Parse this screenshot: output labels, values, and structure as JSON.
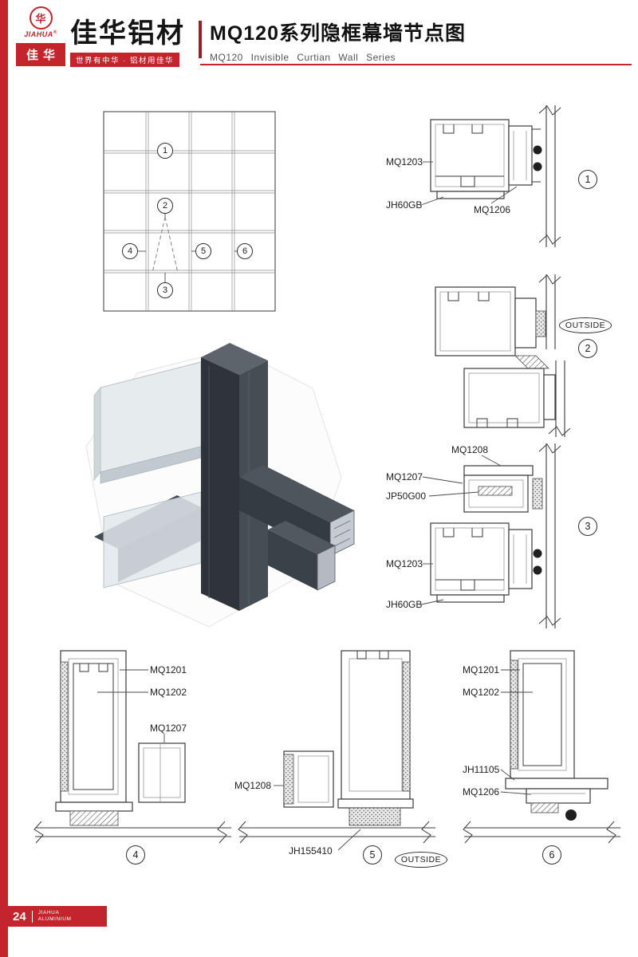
{
  "colors": {
    "accent_red": "#c4242b",
    "ink": "#1d1d1d",
    "profile_dark": "#2e343a"
  },
  "header": {
    "logo_mark": "华",
    "logo_en": "JIAHUA",
    "logo_reg": "®",
    "logo_cn": "佳华",
    "brand": "佳华铝材",
    "slogan": "世界有中华 · 铝材用佳华",
    "title": "MQ120系列隐框幕墙节点图",
    "subtitle": "MQ120 Invisible Curtian Wall Series"
  },
  "footer": {
    "page_number": "24",
    "brand_line1": "JIAHUA",
    "brand_line2": "ALUMINIUM"
  },
  "callouts": {
    "c1": "1",
    "c2": "2",
    "c3": "3",
    "c4": "4",
    "c5": "5",
    "c6": "6"
  },
  "labels": {
    "d1_mq1203": "MQ1203",
    "d1_jh60gb": "JH60GB",
    "d1_mq1206": "MQ1206",
    "d2_outside": "OUTSIDE",
    "d3_mq1208": "MQ1208",
    "d3_mq1207": "MQ1207",
    "d3_jp50g00": "JP50G00",
    "d3_mq1203": "MQ1203",
    "d3_jh60gb": "JH60GB",
    "d4_mq1201": "MQ1201",
    "d4_mq1202": "MQ1202",
    "d4_mq1207": "MQ1207",
    "d5_mq1208": "MQ1208",
    "d5_jh155410": "JH155410",
    "d5_outside": "OUTSIDE",
    "d6_mq1201": "MQ1201",
    "d6_mq1202": "MQ1202",
    "d6_jh11105": "JH11105",
    "d6_mq1206": "MQ1206"
  }
}
